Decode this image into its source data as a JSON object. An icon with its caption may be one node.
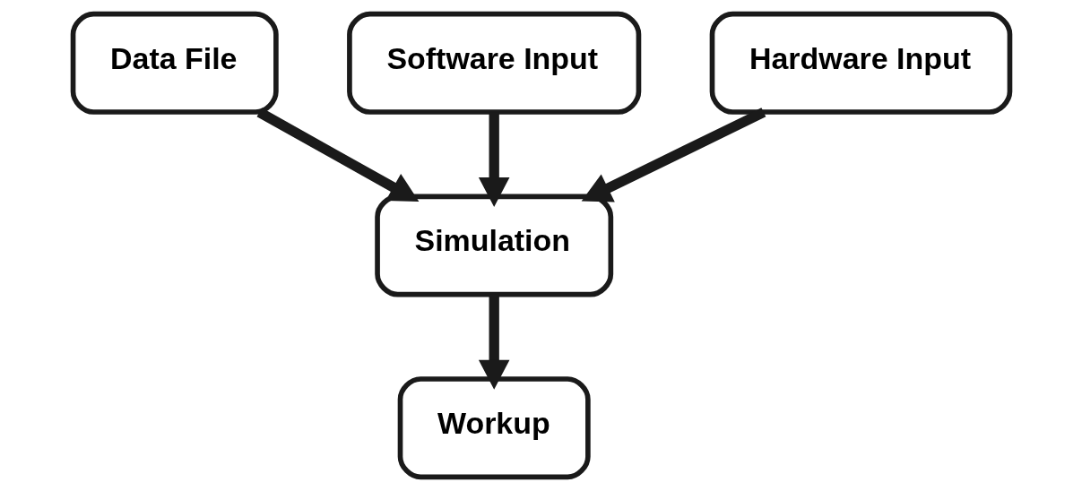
{
  "diagram": {
    "nodes": [
      {
        "text": [
          "Data File"
        ]
      },
      {
        "text": [
          "Software Input"
        ]
      },
      {
        "text": [
          "Hardware Input"
        ]
      },
      {
        "text": [
          "Simulation"
        ]
      },
      {
        "text": [
          "Workup"
        ]
      }
    ],
    "edges": [
      {
        "from": 0,
        "to": 3,
        "arrow": "to"
      },
      {
        "from": 1,
        "to": 3,
        "arrow": "to"
      },
      {
        "from": 2,
        "to": 3,
        "arrow": "to"
      },
      {
        "from": 3,
        "to": 4,
        "arrow": "to"
      }
    ]
  }
}
